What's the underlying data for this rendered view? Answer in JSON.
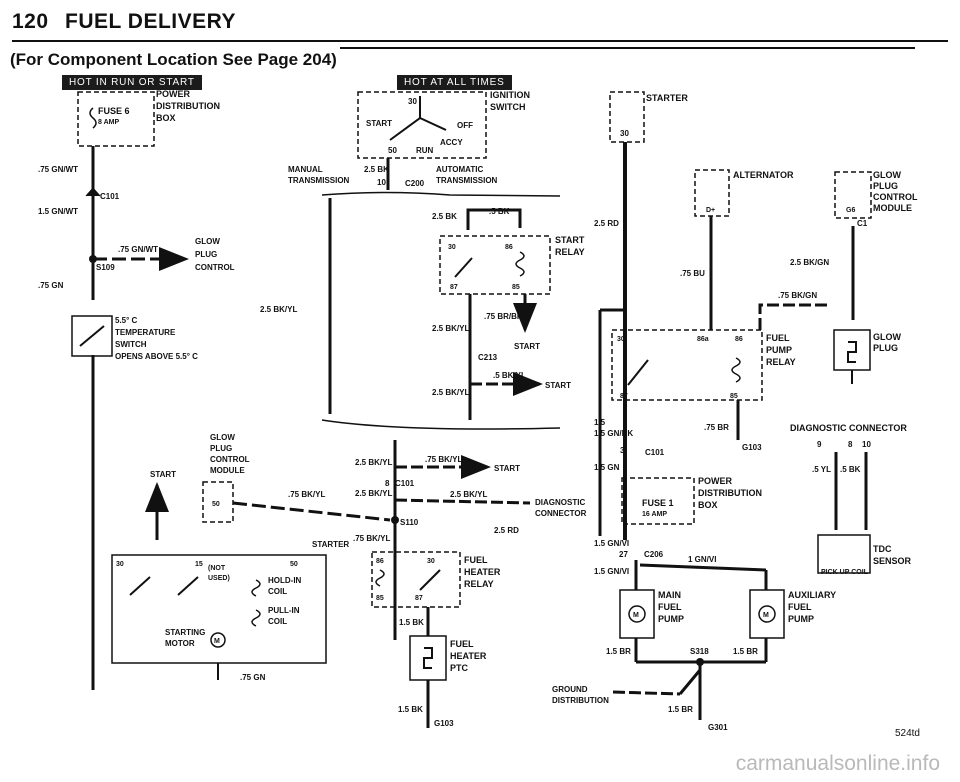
{
  "header": {
    "page_number": "120",
    "title": "FUEL DELIVERY",
    "subtitle": "(For Component Location See Page 204)"
  },
  "badges": {
    "run_start": "HOT IN RUN OR START",
    "at_all_times": "HOT AT ALL TIMES"
  },
  "fuse6": {
    "power_label": "POWER",
    "distribution_label": "DISTRIBUTION",
    "box_label": "BOX",
    "fuse_name": "FUSE 6",
    "fuse_rating": "8 AMP"
  },
  "ignition": {
    "label": "IGNITION",
    "switch_label": "SWITCH",
    "terminal": "30",
    "start": "START",
    "off": "OFF",
    "accy": "ACCY",
    "run": "RUN",
    "terminal_50": "50"
  },
  "starter_box": {
    "label": "STARTER",
    "terminal": "30"
  },
  "alternator": {
    "label": "ALTERNATOR",
    "terminal": "D+"
  },
  "glow_module_top": {
    "line1": "GLOW",
    "line2": "PLUG",
    "line3": "CONTROL",
    "line4": "MODULE",
    "terminal": "G6",
    "connector": "C1"
  },
  "wires": {
    "w_075gnwt": ".75 GN/WT",
    "w_15gnwt": "1.5 GN/WT",
    "w_075gn": ".75 GN",
    "w_25bk": "2.5 BK",
    "w_25bkyl": "2.5 BK/YL",
    "w_5bk": ".5 BK",
    "w_075brbk": ".75 BR/BK",
    "w_5bkyl": ".5 BK/YL",
    "w_25rd": "2.5 RD",
    "w_075bu": ".75 BU",
    "w_25bkgn": "2.5 BK/GN",
    "w_075bkgn": ".75 BK/GN",
    "w_075br": ".75 BR",
    "w_15gnbk": "1.5 GN/BK",
    "w_15gn": "1.5 GN",
    "w_075bkyl": ".75 BK/YL",
    "w_15gnvi": "1.5 GN/VI",
    "w_1gnvi": "1 GN/VI",
    "w_15bk": "1.5 BK",
    "w_15br": "1.5 BR",
    "w_5yl": ".5 YL",
    "w_5bk2": ".5 BK"
  },
  "connectors": {
    "c101": "C101",
    "s109": "S109",
    "c200": "C200",
    "c213": "C213",
    "s110": "S110",
    "c206": "C206",
    "s318": "S318",
    "g103": "G103",
    "g301": "G301"
  },
  "transmission": {
    "manual_1": "MANUAL",
    "manual_2": "TRANSMISSION",
    "auto_1": "AUTOMATIC",
    "auto_2": "TRANSMISSION",
    "pin": "10"
  },
  "glow_arrow": {
    "line1": "GLOW",
    "line2": "PLUG",
    "line3": "CONTROL"
  },
  "temp_switch": {
    "line1": "5.5° C",
    "line2": "TEMPERATURE",
    "line3": "SWITCH",
    "line4": "OPENS ABOVE 5.5° C"
  },
  "start_relay": {
    "line1": "START",
    "line2": "RELAY",
    "t30": "30",
    "t86": "86",
    "t87": "87",
    "t85": "85"
  },
  "start_labels": {
    "start_a": "START",
    "start_b": "START",
    "start_c": "START",
    "start_d": "START"
  },
  "fuel_pump_relay": {
    "line1": "FUEL",
    "line2": "PUMP",
    "line3": "RELAY",
    "t30": "30",
    "t86a": "86a",
    "t86": "86",
    "t87": "87",
    "t85": "85"
  },
  "glow_plug": {
    "line1": "GLOW",
    "line2": "PLUG"
  },
  "diag_connector": {
    "label": "DIAGNOSTIC CONNECTOR",
    "pin9": "9",
    "pin8": "8",
    "pin10": "10"
  },
  "tdc_sensor": {
    "line1": "TDC",
    "line2": "SENSOR",
    "line3": "PICK UP COIL"
  },
  "glow_module_mid": {
    "line1": "GLOW",
    "line2": "PLUG",
    "line3": "CONTROL",
    "line4": "MODULE",
    "terminal": "50"
  },
  "diagnostic_mid": {
    "line1": "DIAGNOSTIC",
    "line2": "CONNECTOR"
  },
  "starter_motor": {
    "t30": "30",
    "t15": "15",
    "t50": "50",
    "not_used_1": "(NOT",
    "not_used_2": "USED)",
    "hold1": "HOLD-IN",
    "hold2": "COIL",
    "pull1": "PULL-IN",
    "pull2": "COIL",
    "motor1": "STARTING",
    "motor2": "MOTOR",
    "pin8": "8"
  },
  "heater_relay": {
    "line1": "FUEL",
    "line2": "HEATER",
    "line3": "RELAY",
    "t86": "86",
    "t30": "30",
    "t85": "85",
    "t87": "87"
  },
  "heater_ptc": {
    "line1": "FUEL",
    "line2": "HEATER",
    "line3": "PTC"
  },
  "fuse1": {
    "power_label": "POWER",
    "distribution_label": "DISTRIBUTION",
    "box_label": "BOX",
    "fuse_name": "FUSE 1",
    "fuse_rating": "16 AMP",
    "pin": "27"
  },
  "main_pump": {
    "line1": "MAIN",
    "line2": "FUEL",
    "line3": "PUMP"
  },
  "aux_pump": {
    "line1": "AUXILIARY",
    "line2": "FUEL",
    "line3": "PUMP"
  },
  "ground": {
    "line1": "GROUND",
    "line2": "DISTRIBUTION"
  },
  "misc": {
    "pin3": "3",
    "pin8b": "8",
    "m": "M",
    "m2": "M"
  },
  "footer": {
    "code": "524td",
    "watermark": "carmanualsonline.info"
  }
}
